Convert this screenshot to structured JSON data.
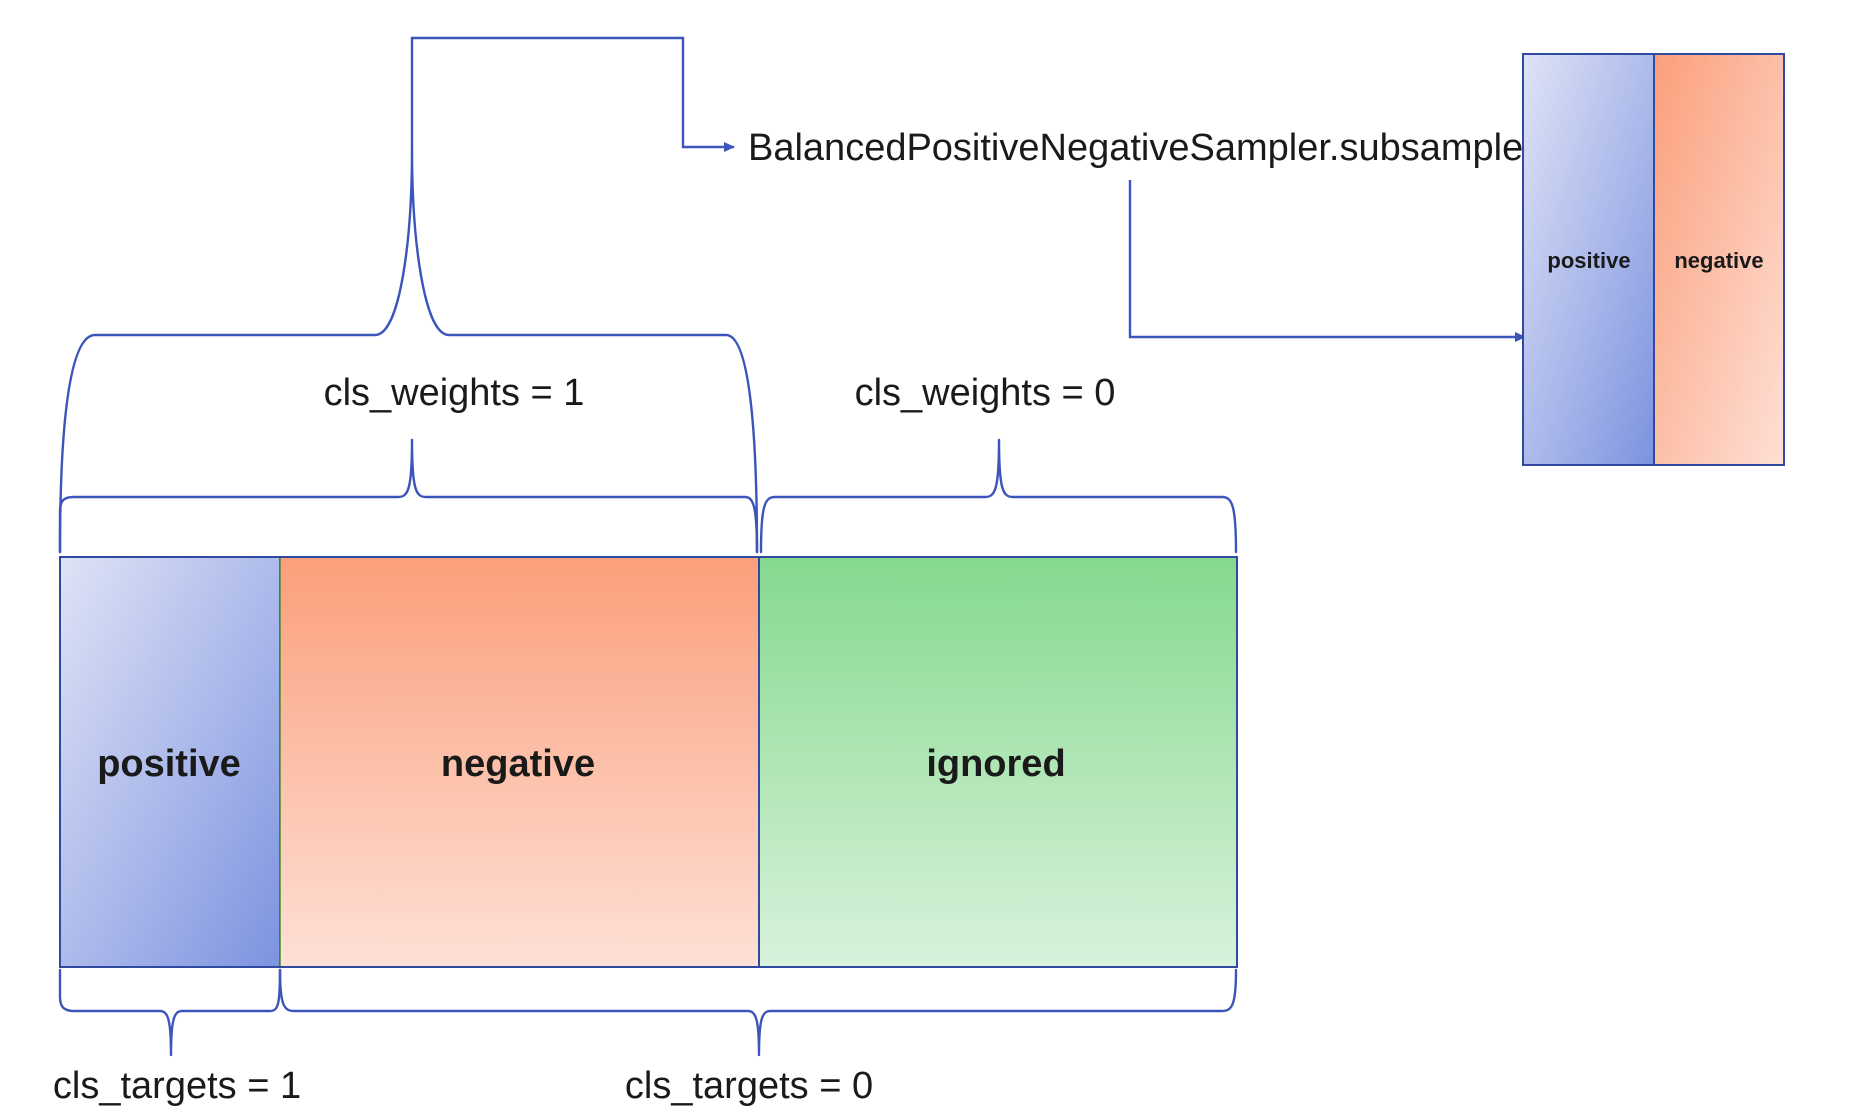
{
  "sampler": {
    "label": "BalancedPositiveNegativeSampler.subsample"
  },
  "weights": {
    "left_label": "cls_weights = 1",
    "right_label": "cls_weights = 0"
  },
  "targets": {
    "left_label": "cls_targets = 1",
    "right_label": "cls_targets = 0"
  },
  "main_bar": {
    "positive_label": "positive",
    "negative_label": "negative",
    "ignored_label": "ignored"
  },
  "sampled_bar": {
    "positive_label": "positive",
    "negative_label": "negative"
  },
  "colors": {
    "line": "#3b55b8",
    "positive_light": "#dfe3f6",
    "positive_dark": "#7d93e0",
    "negative_dark": "#fb9f7b",
    "negative_light": "#fee0d6",
    "ignored_dark": "#85d98e",
    "ignored_light": "#d9f2dc"
  }
}
